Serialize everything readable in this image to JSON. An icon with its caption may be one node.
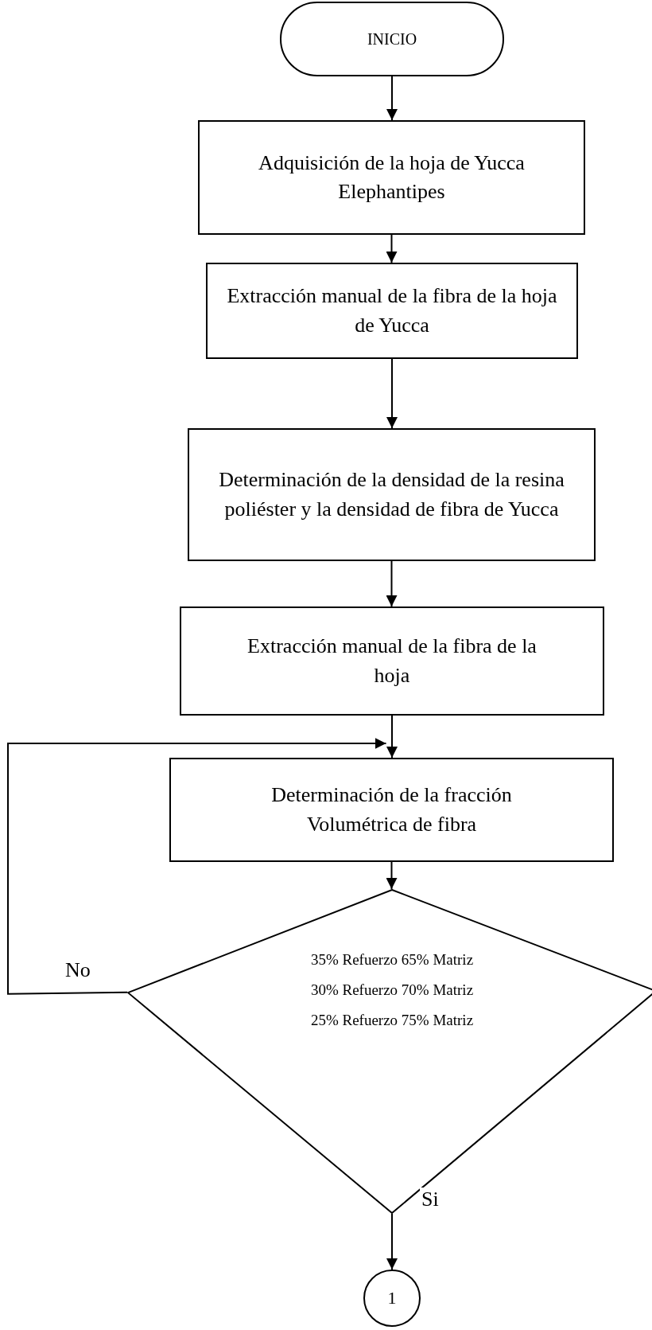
{
  "diagram": {
    "nodes": [
      {
        "text": [
          "INICIO"
        ]
      },
      {
        "text": [
          "Adquisición de la hoja de Yucca Elephantipes"
        ]
      },
      {
        "text": [
          "Extracción manual de la fibra de la hoja de Yucca"
        ]
      },
      {
        "text": [
          "Determinación de la densidad de la resina poliéster y la densidad de fibra de Yucca"
        ]
      },
      {
        "text": [
          "Extracción manual de la fibra de la hoja"
        ]
      },
      {
        "text": [
          "Determinación de la fracción Volumétrica de fibra"
        ]
      },
      {
        "text": [
          "35% Refuerzo 65% Matriz",
          "30% Refuerzo 70% Matriz",
          "25% Refuerzo 75% Matriz"
        ]
      },
      {
        "text": [
          "1"
        ]
      }
    ],
    "edges": [
      {
        "from": 0,
        "to": 1,
        "arrow": "to"
      },
      {
        "from": 1,
        "to": 2,
        "arrow": "to"
      },
      {
        "from": 2,
        "to": 3,
        "arrow": "to"
      },
      {
        "from": 3,
        "to": 4,
        "arrow": "to"
      },
      {
        "from": 4,
        "to": 5,
        "arrow": "to"
      },
      {
        "from": 5,
        "to": 6,
        "arrow": "to"
      },
      {
        "from": 6,
        "to": 5,
        "arrow": "to",
        "label": "No"
      },
      {
        "from": 6,
        "to": 7,
        "arrow": "to",
        "label": "Si"
      }
    ]
  }
}
